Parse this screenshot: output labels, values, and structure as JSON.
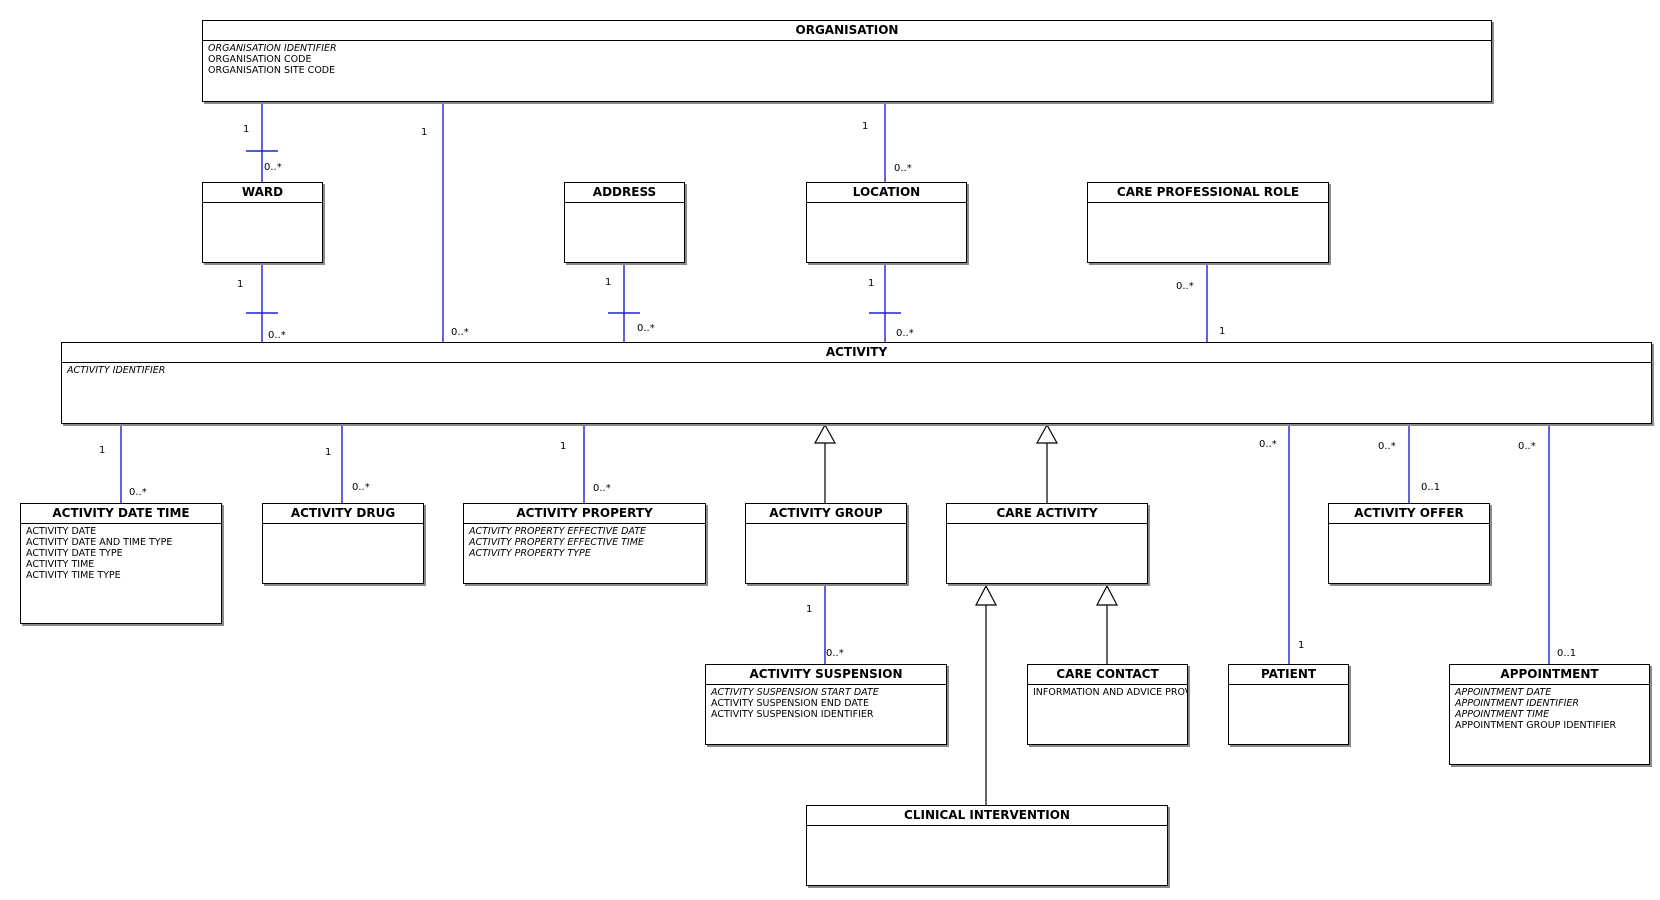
{
  "entities": {
    "organisation": {
      "title": "ORGANISATION",
      "attributes": [
        {
          "text": "ORGANISATION IDENTIFIER",
          "identifier": true
        },
        {
          "text": "ORGANISATION CODE",
          "identifier": false
        },
        {
          "text": "ORGANISATION SITE CODE",
          "identifier": false
        }
      ]
    },
    "ward": {
      "title": "WARD",
      "attributes": []
    },
    "address": {
      "title": "ADDRESS",
      "attributes": []
    },
    "location": {
      "title": "LOCATION",
      "attributes": []
    },
    "care_professional_role": {
      "title": "CARE PROFESSIONAL ROLE",
      "attributes": []
    },
    "activity": {
      "title": "ACTIVITY",
      "attributes": [
        {
          "text": "ACTIVITY IDENTIFIER",
          "identifier": true
        }
      ]
    },
    "activity_date_time": {
      "title": "ACTIVITY DATE TIME",
      "attributes": [
        {
          "text": "ACTIVITY DATE",
          "identifier": false
        },
        {
          "text": "ACTIVITY DATE AND TIME TYPE",
          "identifier": false
        },
        {
          "text": "ACTIVITY DATE TYPE",
          "identifier": false
        },
        {
          "text": "ACTIVITY TIME",
          "identifier": false
        },
        {
          "text": "ACTIVITY TIME TYPE",
          "identifier": false
        }
      ]
    },
    "activity_drug": {
      "title": "ACTIVITY DRUG",
      "attributes": []
    },
    "activity_property": {
      "title": "ACTIVITY PROPERTY",
      "attributes": [
        {
          "text": "ACTIVITY PROPERTY EFFECTIVE DATE",
          "identifier": true
        },
        {
          "text": "ACTIVITY PROPERTY EFFECTIVE TIME",
          "identifier": true
        },
        {
          "text": "ACTIVITY PROPERTY TYPE",
          "identifier": true
        }
      ]
    },
    "activity_group": {
      "title": "ACTIVITY GROUP",
      "attributes": []
    },
    "care_activity": {
      "title": "CARE ACTIVITY",
      "attributes": []
    },
    "activity_offer": {
      "title": "ACTIVITY OFFER",
      "attributes": []
    },
    "activity_suspension": {
      "title": "ACTIVITY SUSPENSION",
      "attributes": [
        {
          "text": "ACTIVITY SUSPENSION START DATE",
          "identifier": true
        },
        {
          "text": "ACTIVITY SUSPENSION END DATE",
          "identifier": false
        },
        {
          "text": "ACTIVITY SUSPENSION IDENTIFIER",
          "identifier": false
        }
      ]
    },
    "care_contact": {
      "title": "CARE CONTACT",
      "attributes": [
        {
          "text": "INFORMATION AND ADVICE PROVIDED IND",
          "identifier": false
        }
      ]
    },
    "patient": {
      "title": "PATIENT",
      "attributes": []
    },
    "appointment": {
      "title": "APPOINTMENT",
      "attributes": [
        {
          "text": "APPOINTMENT DATE",
          "identifier": true
        },
        {
          "text": "APPOINTMENT IDENTIFIER",
          "identifier": true
        },
        {
          "text": "APPOINTMENT TIME",
          "identifier": true
        },
        {
          "text": "APPOINTMENT GROUP IDENTIFIER",
          "identifier": false
        }
      ]
    },
    "clinical_intervention": {
      "title": "CLINICAL INTERVENTION",
      "attributes": []
    }
  },
  "relationships": [
    {
      "from": "organisation",
      "to": "ward",
      "from_multiplicity": "1",
      "to_multiplicity": "0..*",
      "identifying": true
    },
    {
      "from": "organisation",
      "to": "activity",
      "from_multiplicity": "1",
      "to_multiplicity": "0..*",
      "identifying": false
    },
    {
      "from": "organisation",
      "to": "location",
      "from_multiplicity": "1",
      "to_multiplicity": "0..*",
      "identifying": false
    },
    {
      "from": "ward",
      "to": "activity",
      "from_multiplicity": "1",
      "to_multiplicity": "0..*",
      "identifying": true
    },
    {
      "from": "address",
      "to": "activity",
      "from_multiplicity": "1",
      "to_multiplicity": "0..*",
      "identifying": true
    },
    {
      "from": "location",
      "to": "activity",
      "from_multiplicity": "1",
      "to_multiplicity": "0..*",
      "identifying": true
    },
    {
      "from": "care_professional_role",
      "to": "activity",
      "from_multiplicity": "0..*",
      "to_multiplicity": "1",
      "identifying": false
    },
    {
      "from": "activity",
      "to": "activity_date_time",
      "from_multiplicity": "1",
      "to_multiplicity": "0..*",
      "identifying": false
    },
    {
      "from": "activity",
      "to": "activity_drug",
      "from_multiplicity": "1",
      "to_multiplicity": "0..*",
      "identifying": false
    },
    {
      "from": "activity",
      "to": "activity_property",
      "from_multiplicity": "1",
      "to_multiplicity": "0..*",
      "identifying": false
    },
    {
      "from": "activity",
      "to": "patient",
      "from_multiplicity": "0..*",
      "to_multiplicity": "1",
      "identifying": false
    },
    {
      "from": "activity",
      "to": "activity_offer",
      "from_multiplicity": "0..*",
      "to_multiplicity": "0..1",
      "identifying": false
    },
    {
      "from": "activity",
      "to": "appointment",
      "from_multiplicity": "0..*",
      "to_multiplicity": "0..1",
      "identifying": false
    },
    {
      "from": "activity_group",
      "to": "activity_suspension",
      "from_multiplicity": "1",
      "to_multiplicity": "0..*",
      "identifying": false
    }
  ],
  "generalizations": [
    {
      "child": "activity_group",
      "parent": "activity"
    },
    {
      "child": "care_activity",
      "parent": "activity"
    },
    {
      "child": "clinical_intervention",
      "parent": "care_activity"
    },
    {
      "child": "care_contact",
      "parent": "care_activity"
    }
  ]
}
